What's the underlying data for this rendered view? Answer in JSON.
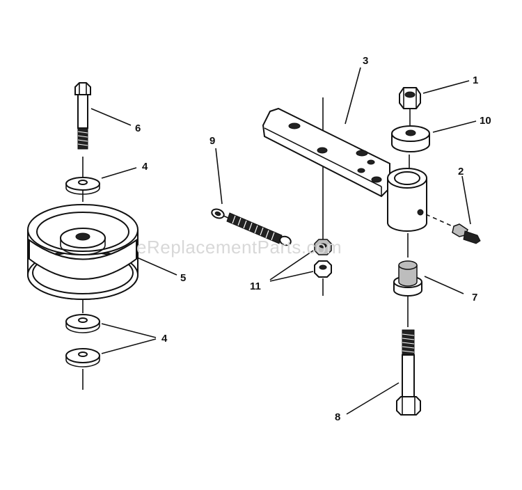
{
  "watermark": "eReplacementParts.com",
  "callouts": {
    "c1": "1",
    "c2": "2",
    "c3": "3",
    "c4a": "4",
    "c4b": "4",
    "c5": "5",
    "c6": "6",
    "c7": "7",
    "c8": "8",
    "c9": "9",
    "c10": "10",
    "c11": "11"
  }
}
